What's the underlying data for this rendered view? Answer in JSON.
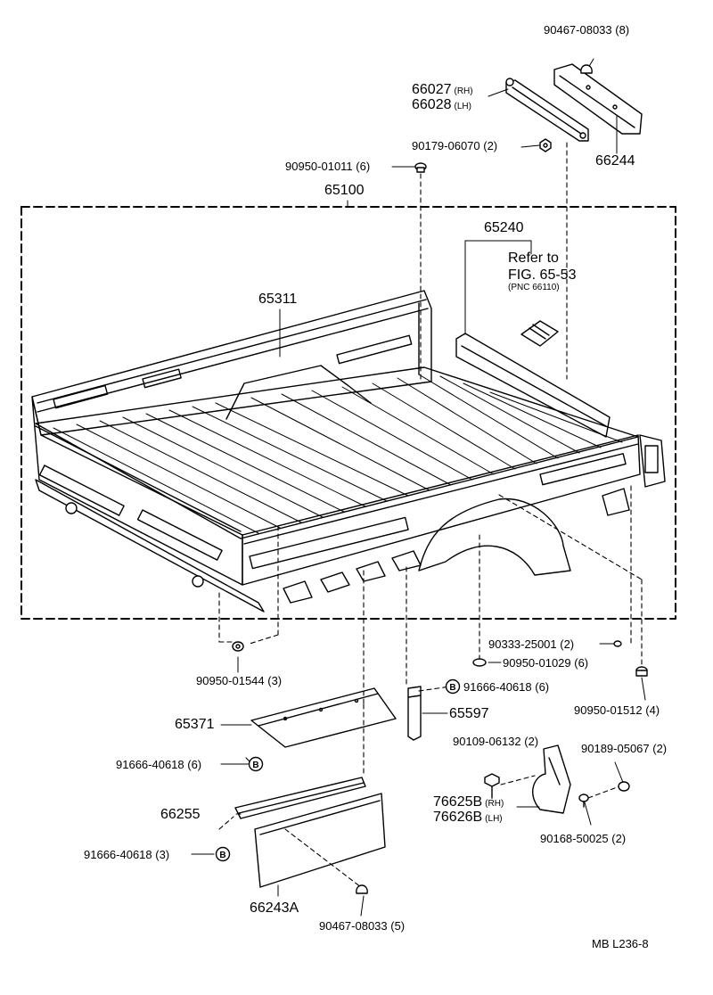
{
  "labels": {
    "p_90467_top": "90467-08033 (8)",
    "p_66027": "66027",
    "p_66027_side": "(RH)",
    "p_66028": "66028",
    "p_66028_side": "(LH)",
    "p_90179": "90179-06070 (2)",
    "p_66244": "66244",
    "p_90950_01011": "90950-01011 (6)",
    "p_65100": "65100",
    "p_65240": "65240",
    "refer_line1": "Refer to",
    "refer_line2": "FIG. 65-53",
    "refer_line3": "(PNC 66110)",
    "p_65311": "65311",
    "p_90333": "90333-25001 (2)",
    "p_90950_01029": "90950-01029 (6)",
    "p_90950_01544": "90950-01544 (3)",
    "p_91666_a": "91666-40618 (6)",
    "p_65597": "65597",
    "p_90950_01512": "90950-01512 (4)",
    "p_65371": "65371",
    "p_90109": "90109-06132 (2)",
    "p_90189": "90189-05067 (2)",
    "p_91666_b": "91666-40618 (6)",
    "p_76625B": "76625B",
    "p_76625B_side": "(RH)",
    "p_76626B": "76626B",
    "p_76626B_side": "(LH)",
    "p_90168": "90168-50025 (2)",
    "p_66255": "66255",
    "p_91666_c": "91666-40618 (3)",
    "p_66243A": "66243A",
    "p_90467_bottom": "90467-08033 (5)",
    "footer_code": "MB  L236-8",
    "bolt_symbol": "B"
  }
}
